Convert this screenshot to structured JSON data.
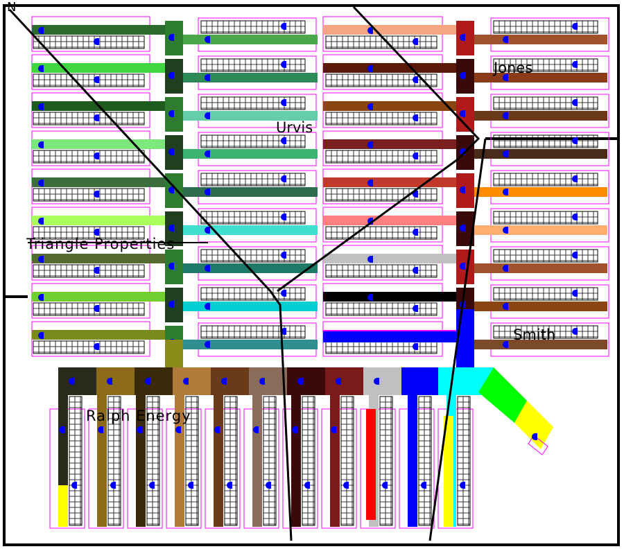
{
  "map": {
    "owners": [
      "Triangle Properties",
      "Urvis",
      "Jones",
      "Smith",
      "Ralph Energy"
    ],
    "corner_label": "N",
    "colors": {
      "row_outline": "#ff00ff",
      "meter": "#0000ff",
      "grid": "#000000",
      "boundary": "#000000",
      "background": "#ffffff"
    },
    "left_block_colors": [
      "#2d6b2d",
      "#3fd63f",
      "#1f5a1f",
      "#7ce87c",
      "#3a6e3a",
      "#a8ff5a",
      "#556b2f",
      "#6fcf2f",
      "#7a8a1a"
    ],
    "mid_left_block_colors": [
      "#4aa84a",
      "#2e8b57",
      "#66cdaa",
      "#3cb371",
      "#2e6b4f",
      "#40e0d0",
      "#1f7a6a",
      "#00ced1",
      "#2f8f8f"
    ],
    "mid_right_block_colors": [
      "#f4a582",
      "#5a1a0a",
      "#8b4513",
      "#7a1f1f",
      "#c0392b",
      "#ff7f7f",
      "#c0c0c0",
      "#000000",
      "#ff00ff"
    ],
    "right_block_colors": [
      "#a0522d",
      "#8b3a1a",
      "#6b3a1a",
      "#4a2a1a",
      "#ff8c00",
      "#ffb070",
      "#a0522d",
      "#8b4513",
      "#7a4a2a"
    ],
    "bottom_block_colors": [
      "#2a2a1a",
      "#8b6b1a",
      "#3a2a0a",
      "#b07a3a",
      "#6b3a1a",
      "#8b6b5a",
      "#3a0a0a",
      "#7a1a1a",
      "#c0c0c0",
      "#0000ff",
      "#00ffff",
      "#00ff00",
      "#ffff00"
    ]
  }
}
